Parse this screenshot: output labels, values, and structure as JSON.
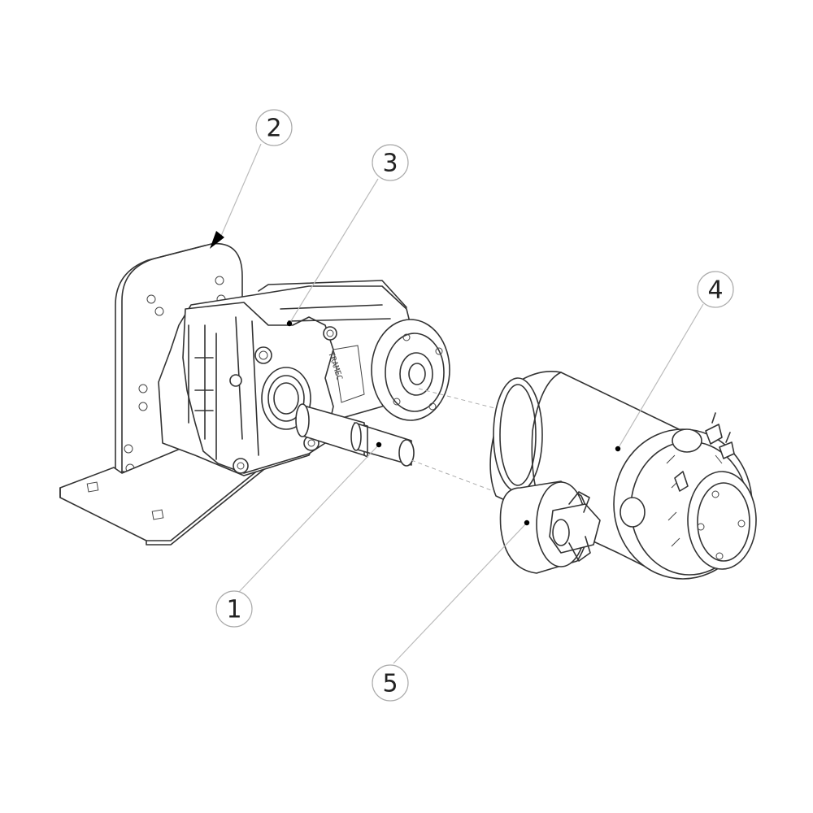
{
  "callouts": [
    {
      "id": "1",
      "label": "1"
    },
    {
      "id": "2",
      "label": "2"
    },
    {
      "id": "3",
      "label": "3"
    },
    {
      "id": "4",
      "label": "4"
    },
    {
      "id": "5",
      "label": "5"
    }
  ],
  "engraving": "TRAMEC"
}
